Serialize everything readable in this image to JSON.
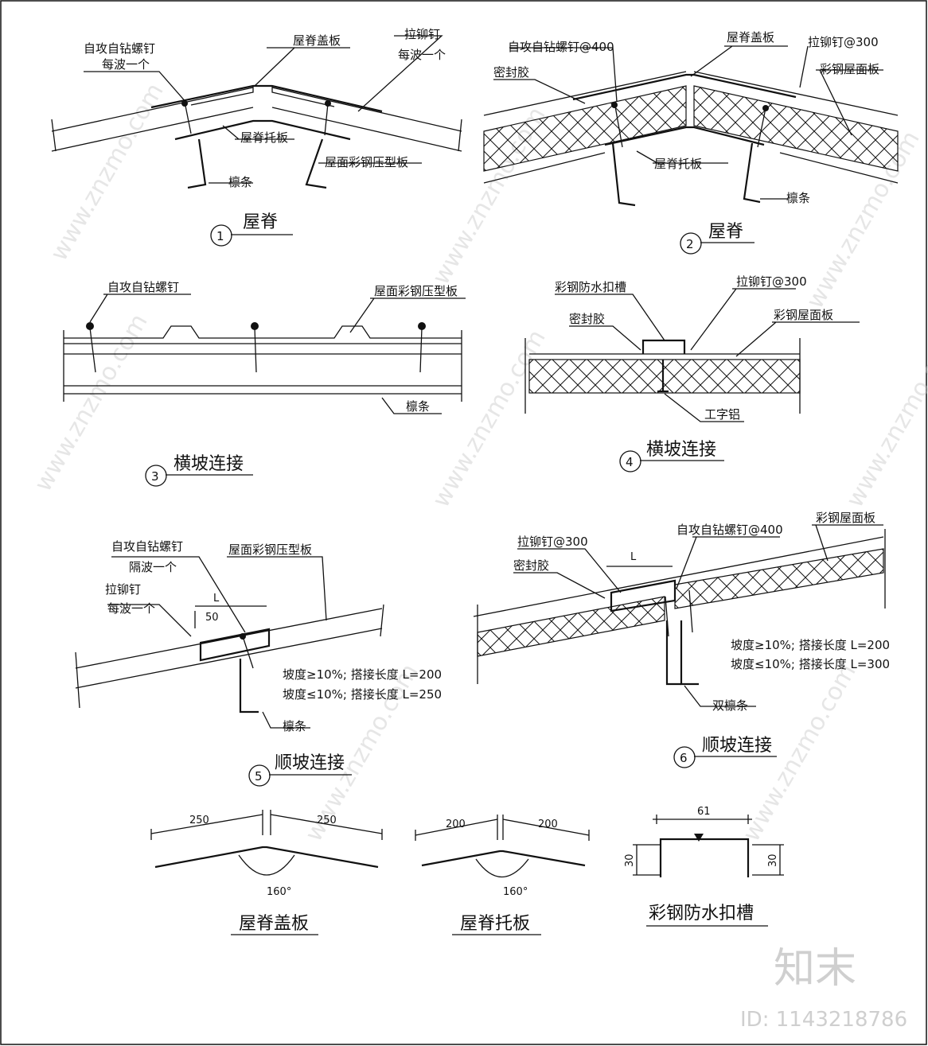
{
  "details": {
    "d1": {
      "number": "1",
      "title": "屋脊",
      "labels": {
        "screw": "自攻自钻螺钉",
        "screw_note": "每波一个",
        "ridge_cap": "屋脊盖板",
        "rivet": "拉铆钉",
        "rivet_note": "每波一个",
        "ridge_support": "屋脊托板",
        "panel": "屋面彩钢压型板",
        "purlin": "檩条"
      }
    },
    "d2": {
      "number": "2",
      "title": "屋脊",
      "labels": {
        "screw": "自攻自钻螺钉@400",
        "ridge_cap": "屋脊盖板",
        "rivet": "拉铆钉@300",
        "sealant": "密封胶",
        "roof_panel": "彩钢屋面板",
        "ridge_support": "屋脊托板",
        "purlin": "檩条"
      }
    },
    "d3": {
      "number": "3",
      "title": "横坡连接",
      "labels": {
        "screw": "自攻自钻螺钉",
        "panel": "屋面彩钢压型板",
        "purlin": "檩条"
      }
    },
    "d4": {
      "number": "4",
      "title": "横坡连接",
      "labels": {
        "cap_groove": "彩钢防水扣槽",
        "rivet": "拉铆钉@300",
        "sealant": "密封胶",
        "roof_panel": "彩钢屋面板",
        "aluminum": "工字铝"
      }
    },
    "d5": {
      "number": "5",
      "title": "顺坡连接",
      "labels": {
        "screw": "自攻自钻螺钉",
        "screw_note": "隔波一个",
        "panel": "屋面彩钢压型板",
        "rivet": "拉铆钉",
        "rivet_note": "每波一个",
        "dim_l": "L",
        "dim_50": "50",
        "note1": "坡度≥10%; 搭接长度  L=200",
        "note2": "坡度≤10%; 搭接长度  L=250",
        "purlin": "檩条"
      }
    },
    "d6": {
      "number": "6",
      "title": "顺坡连接",
      "labels": {
        "rivet": "拉铆钉@300",
        "screw": "自攻自钻螺钉@400",
        "roof_panel": "彩钢屋面板",
        "sealant": "密封胶",
        "dim_l": "L",
        "note1": "坡度≥10%; 搭接长度  L=200",
        "note2": "坡度≤10%; 搭接长度  L=300",
        "double_purlin": "双檩条"
      }
    }
  },
  "parts": {
    "ridge_cap": {
      "name": "屋脊盖板",
      "dim_left": "250",
      "dim_right": "250",
      "angle": "160°"
    },
    "ridge_support": {
      "name": "屋脊托板",
      "dim_left": "200",
      "dim_right": "200",
      "angle": "160°"
    },
    "cap_groove": {
      "name": "彩钢防水扣槽",
      "dim_top": "61",
      "dim_left": "30",
      "dim_right": "30"
    }
  },
  "watermark": {
    "text": "www.znzmo.com",
    "brand": "知末",
    "id": "ID: 1143218786"
  }
}
